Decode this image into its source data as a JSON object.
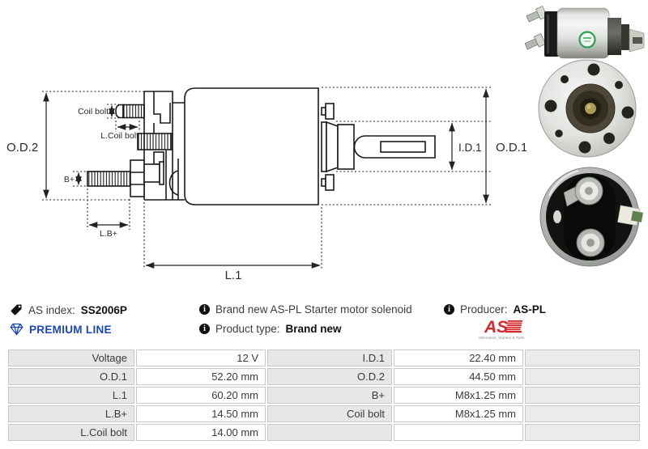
{
  "diagram": {
    "labels": {
      "od2": "O.D.2",
      "coil_bolt": "Coil bolt",
      "l_coil_bolt": "L.Coil bolt",
      "b_plus": "B+",
      "l_b_plus": "L.B+",
      "l1": "L.1",
      "id1": "I.D.1",
      "od1": "O.D.1"
    }
  },
  "info": {
    "as_index_label": "AS index:",
    "as_index_value": "SS2006P",
    "premium_line_label": "PREMIUM LINE",
    "description": "Brand new AS-PL Starter motor solenoid",
    "product_type_label": "Product type:",
    "product_type_value": "Brand new",
    "producer_label": "Producer:",
    "producer_value": "AS-PL",
    "brand_logo_text": "AS",
    "brand_logo_tagline": "Alternators, Starters & Parts"
  },
  "specs": {
    "left": [
      {
        "label": "Voltage",
        "value": "12 V"
      },
      {
        "label": "O.D.1",
        "value": "52.20 mm"
      },
      {
        "label": "L.1",
        "value": "60.20 mm"
      },
      {
        "label": "L.B+",
        "value": "14.50 mm"
      },
      {
        "label": "L.Coil bolt",
        "value": "14.00 mm"
      }
    ],
    "right": [
      {
        "label": "I.D.1",
        "value": "22.40 mm"
      },
      {
        "label": "O.D.2",
        "value": "44.50 mm"
      },
      {
        "label": "B+",
        "value": "M8x1.25 mm"
      },
      {
        "label": "Coil bolt",
        "value": "M8x1.25 mm"
      },
      {
        "label": "",
        "value": ""
      }
    ]
  },
  "colors": {
    "premium_blue": "#1a46c0",
    "brand_red": "#d7282c",
    "table_label_bg": "#e7e7e7",
    "diagram_line": "#1a1a1a"
  }
}
